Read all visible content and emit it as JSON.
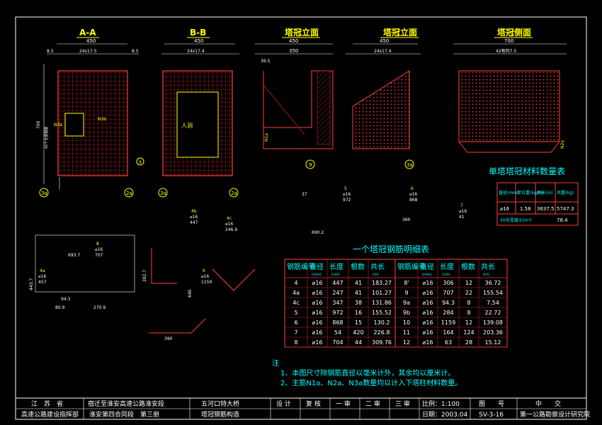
{
  "views": {
    "aa": "A-A",
    "bb": "B-B",
    "elev1": "塔冠立面",
    "elev2": "塔冠立面",
    "side": "塔冠侧面"
  },
  "dims": {
    "aa_top": "450",
    "aa_sub": "24x17.5",
    "aa_l": "8.5",
    "aa_r": "8.5",
    "bb_top": "450",
    "bb_sub": "24x17.4",
    "e1_a": "450",
    "e1_b": "350",
    "e1_c": "36.5",
    "e2_a": "450",
    "e2_b": "24x17.4",
    "side_top": "700",
    "side_sub": "42每列7.5",
    "left_h": "700",
    "left_label": "42个全部钢筋"
  },
  "labels": {
    "renkong": "人洞",
    "n3a": "N3a",
    "n3b": "N3b",
    "n2a": "N2a",
    "n1a": "N1a"
  },
  "bars": [
    {
      "num": "4b",
      "dia": "⌀16",
      "len": "447"
    },
    {
      "num": "4a",
      "dia": "⌀16",
      "len": "457"
    },
    {
      "num": "4c",
      "dia": "⌀16",
      "len": "246.9"
    },
    {
      "num": "8",
      "dia": "⌀16",
      "len": "707"
    },
    {
      "num": "5",
      "dia": "⌀16",
      "len": "972"
    },
    {
      "num": "6",
      "dia": "⌀16",
      "len": "868"
    },
    {
      "num": "6",
      "dia": "⌀16",
      "len": "1159"
    },
    {
      "num": "7",
      "dia": "⌀16",
      "len": "41"
    }
  ],
  "sketch_text": {
    "s1": "693.7",
    "s2": "94.3",
    "s3": "270.9",
    "s4": "80.9",
    "s5": "443.7",
    "s6": "282.7",
    "s7": "690.2",
    "s8": "390",
    "s9": "360",
    "s10": "640",
    "s11": "37"
  },
  "material_table": {
    "title": "单塔塔冠材料数量表",
    "headers": [
      "直径(mm)",
      "单位重(kg/m)",
      "共长(m)",
      "共重(kg)"
    ],
    "row": [
      "⌀16",
      "1.58",
      "3637.5",
      "5747.3"
    ],
    "concrete_label": "50号混凝土(m³)",
    "concrete_value": "78.4"
  },
  "rebar_table": {
    "title": "一个塔冠钢筋明细表",
    "headers": [
      "钢筋编号",
      "直径",
      "长度",
      "根数",
      "共长",
      "钢筋编号",
      "直径",
      "长度",
      "根数",
      "共长"
    ],
    "subheaders": [
      "",
      "(mm)",
      "(cm)",
      "",
      "(m)",
      "",
      "(mm)",
      "(cm)",
      "",
      "(m)"
    ],
    "rows": [
      [
        "4",
        "⌀16",
        "447",
        "41",
        "183.27",
        "8'",
        "⌀16",
        "306",
        "12",
        "36.72"
      ],
      [
        "4a",
        "⌀16",
        "247",
        "41",
        "101.27",
        "9",
        "⌀16",
        "707",
        "22",
        "155.54"
      ],
      [
        "4c",
        "⌀16",
        "347",
        "38",
        "131.86",
        "9a",
        "⌀16",
        "94.3",
        "8",
        "7.54"
      ],
      [
        "5",
        "⌀16",
        "972",
        "16",
        "155.52",
        "9b",
        "⌀16",
        "284",
        "8",
        "22.72"
      ],
      [
        "6",
        "⌀16",
        "868",
        "15",
        "130.2",
        "10",
        "⌀16",
        "1159",
        "12",
        "139.08"
      ],
      [
        "7",
        "⌀16",
        "54",
        "420",
        "226.8",
        "11",
        "⌀16",
        "164",
        "124",
        "203.36"
      ],
      [
        "8",
        "⌀16",
        "704",
        "44",
        "309.76",
        "12",
        "⌀16",
        "63",
        "28",
        "15.12"
      ]
    ]
  },
  "notes": {
    "title": "注",
    "n1": "1、本图尺寸除钢筋直径以毫米计外，其余均以厘米计。",
    "n2": "2、主筋N1a、N2a、N3a数量均以计入下塔柱材料数量。"
  },
  "title_block": {
    "org1": "江　苏　省",
    "org2": "高速公路建设指挥部",
    "proj1": "宿迁至淮安高速公路淮安段",
    "proj2": "淮安第四合同段　第三册",
    "draw1": "五河口特大桥",
    "draw2": "塔冠钢筋构造",
    "sign": [
      "设 计",
      "复 核",
      "一 审",
      "二 审",
      "三 审"
    ],
    "scale": "比例：1:100",
    "date": "日期：2003.04",
    "fig_label": "图　　号",
    "fig_no": "SV-3-16",
    "inst1": "中　　交",
    "inst2": "第一公路勘察设计研究院"
  }
}
